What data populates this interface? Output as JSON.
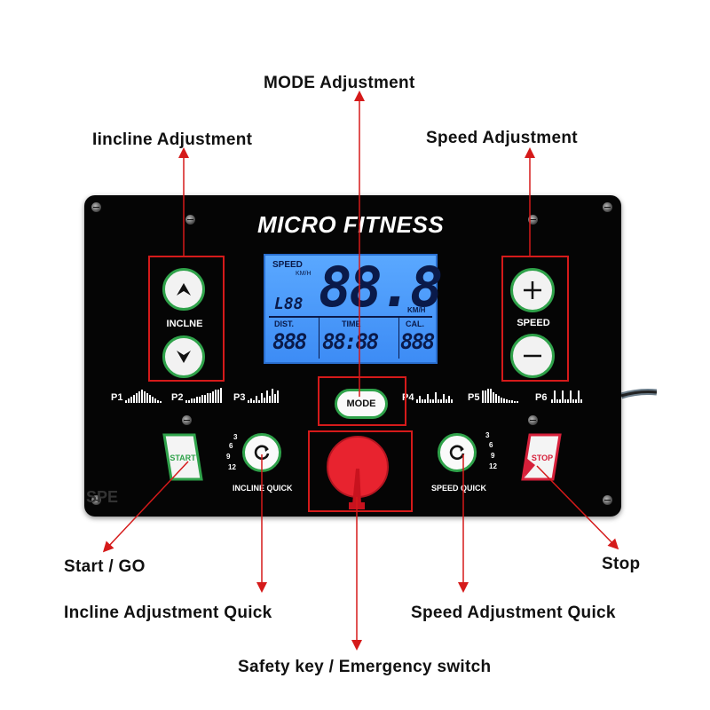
{
  "callouts": {
    "mode": "MODE Adjustment",
    "incline": "Iincline Adjustment",
    "speed": "Speed Adjustment",
    "start": "Start / GO",
    "stop": "Stop",
    "incline_quick": "Incline Adjustment Quick",
    "speed_quick": "Speed Adjustment Quick",
    "safety": "Safety key / Emergency switch"
  },
  "console": {
    "brand": "MICRO FITNESS",
    "watermark": "SPE",
    "display": {
      "speed_label": "SPEED",
      "kmh_small": "KM/H",
      "main_value": "88.8",
      "level": "L88",
      "unit": "KM/H",
      "dist_label": "DIST.",
      "dist_value": "888",
      "time_label": "TIME",
      "time_value": "88:88",
      "cal_label": "CAL.",
      "cal_value": "888"
    },
    "incline_label": "INCLNE",
    "speed_label": "SPEED",
    "mode_label": "MODE",
    "programs": [
      "P1",
      "P2",
      "P3",
      "P4",
      "P5",
      "P6"
    ],
    "start_label": "START",
    "stop_label": "STOP",
    "incline_quick_label": "INCLINE QUICK",
    "speed_quick_label": "SPEED QUICK",
    "incline_quick_ticks": [
      "3",
      "6",
      "9",
      "12"
    ],
    "speed_quick_ticks": [
      "3",
      "6",
      "9",
      "12"
    ]
  },
  "colors": {
    "panel": "#050505",
    "lcd": "#4a9bfa",
    "accent_green": "#2fa24a",
    "callout_red": "#d51a1a",
    "safety_key": "#e8232f",
    "stop_key": "#d6203a"
  },
  "icons": {
    "incline_up": "chevron-up-icon",
    "incline_down": "chevron-down-icon",
    "speed_plus": "plus-icon",
    "speed_minus": "minus-icon",
    "quick": "refresh-icon"
  }
}
